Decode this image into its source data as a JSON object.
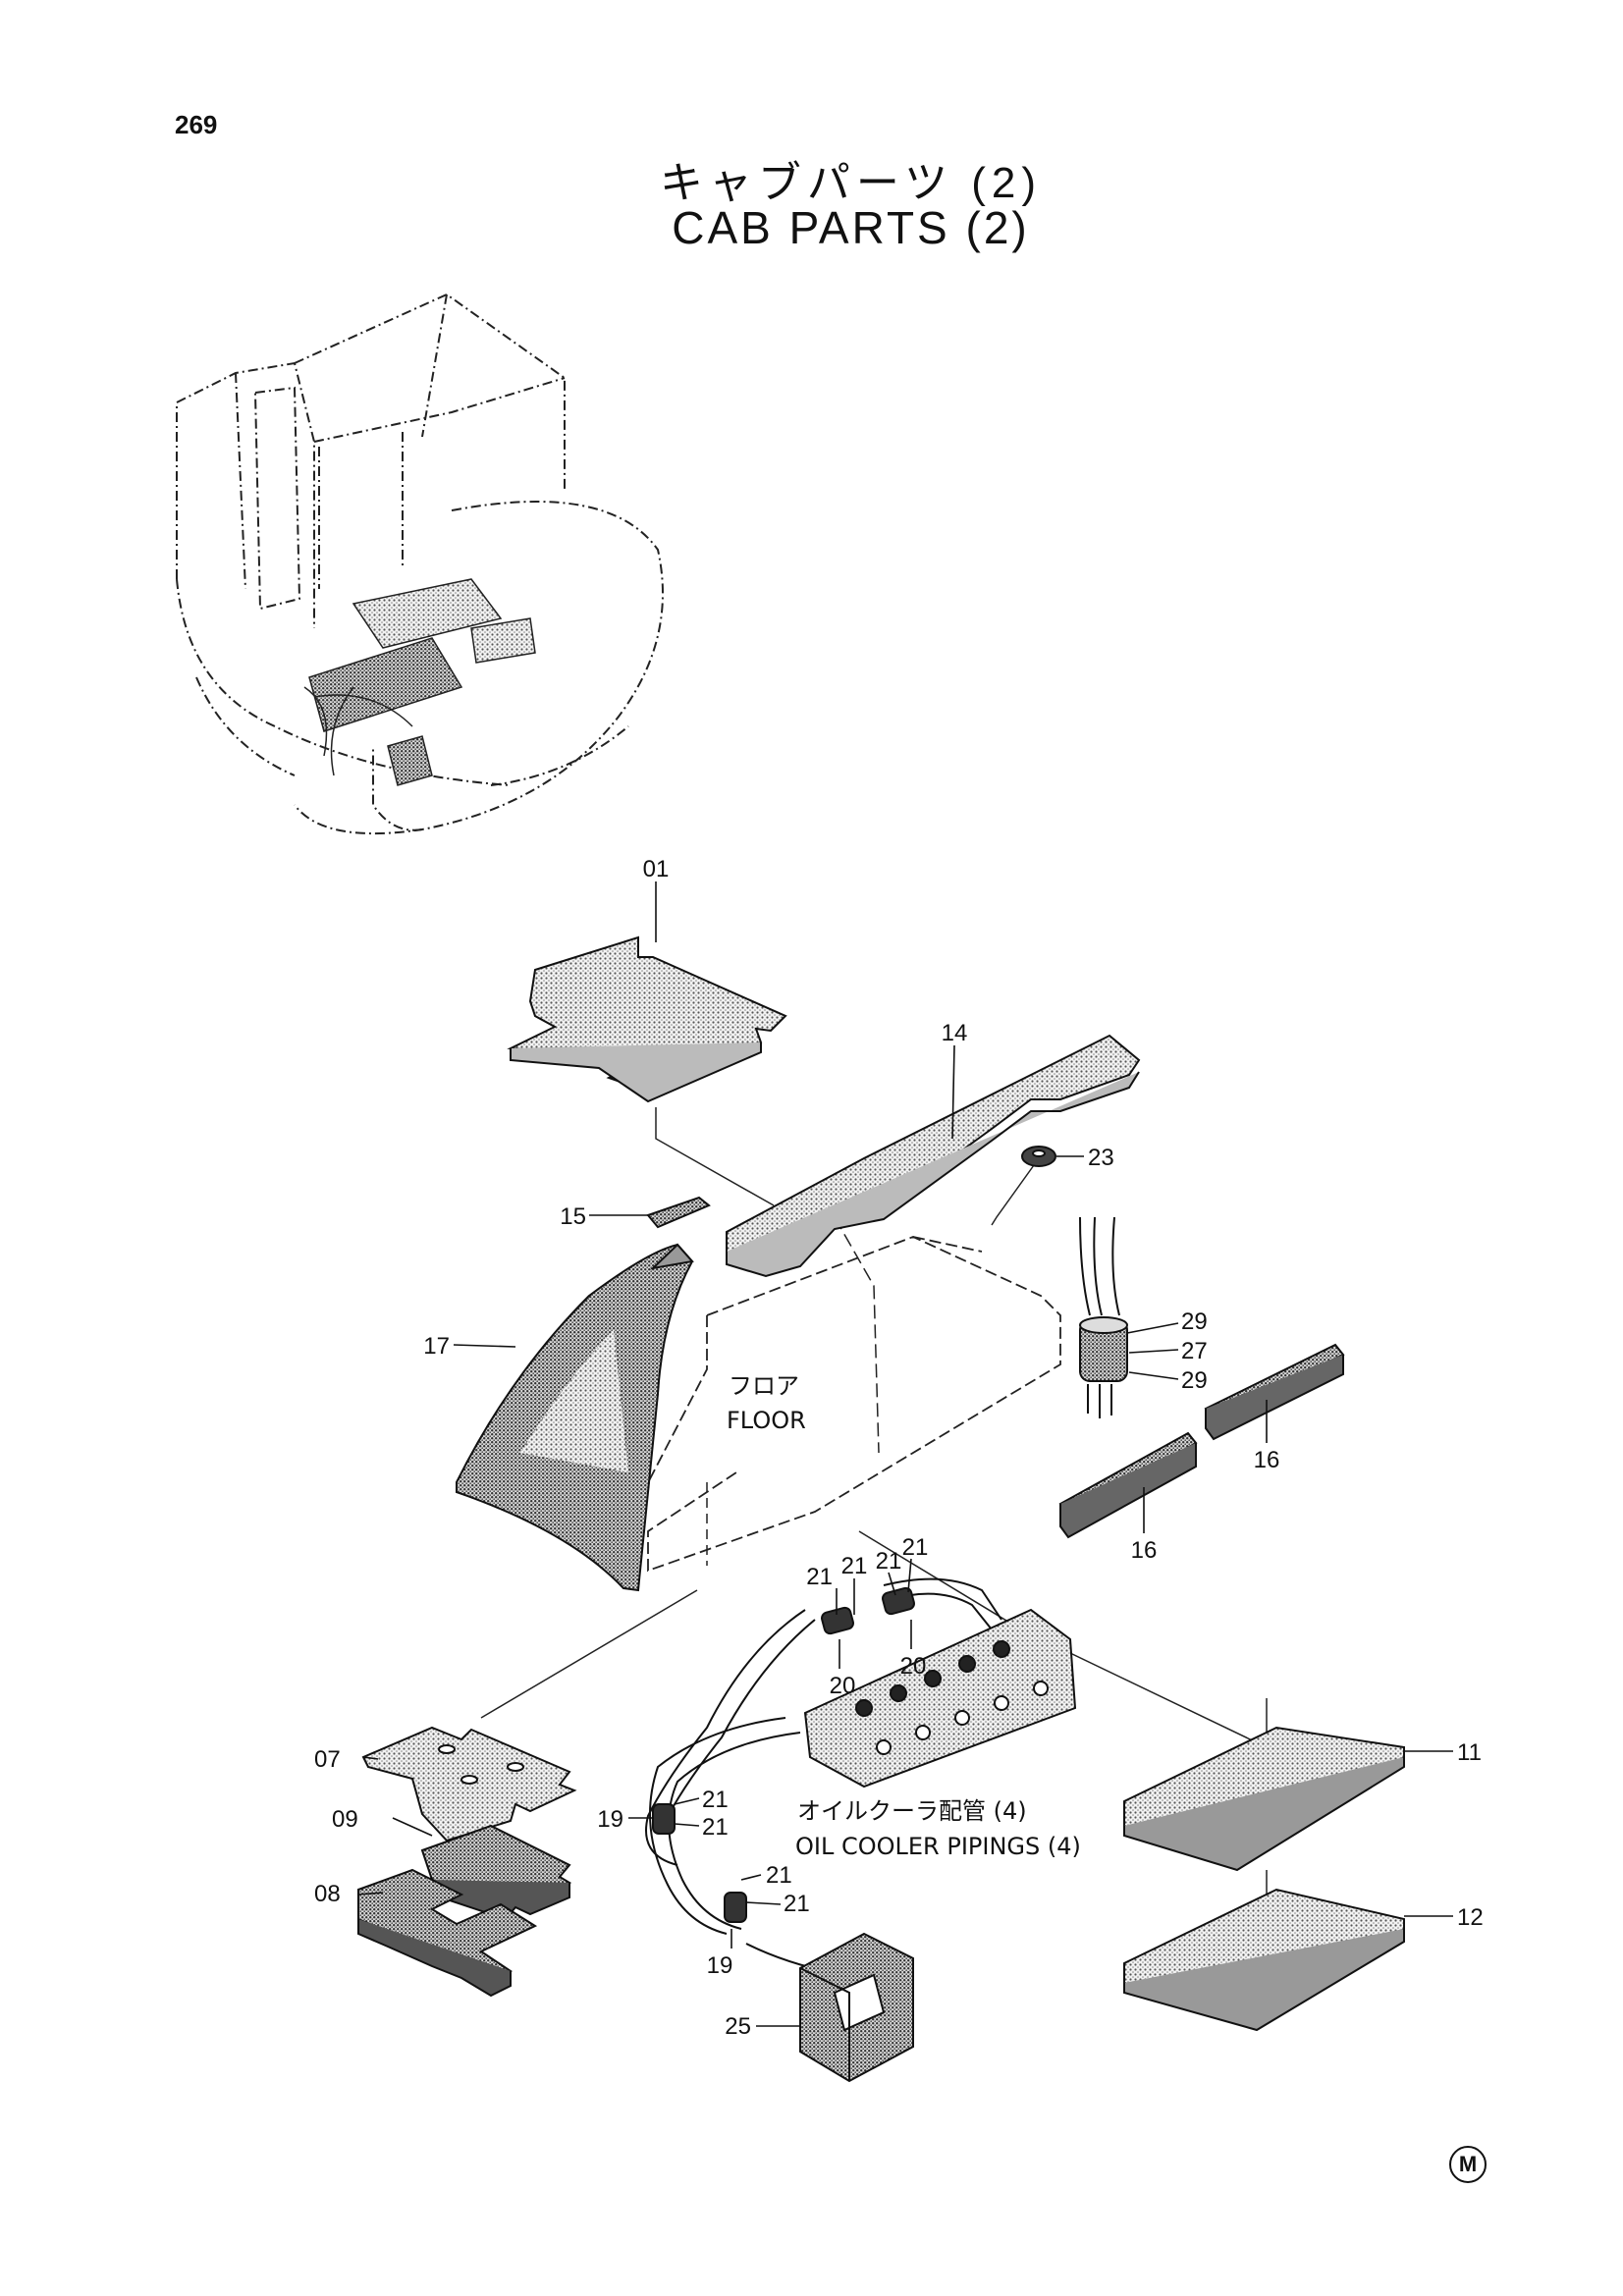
{
  "page_number": "269",
  "title": {
    "japanese": "キャブパーツ (2)",
    "english": "CAB PARTS (2)"
  },
  "callouts": {
    "c01": "01",
    "c14": "14",
    "c23": "23",
    "c15": "15",
    "c17": "17",
    "c29a": "29",
    "c27": "27",
    "c29b": "29",
    "c16a": "16",
    "c16b": "16",
    "c21a": "21",
    "c21b": "21",
    "c21c": "21",
    "c21d": "21",
    "c20a": "20",
    "c20b": "20",
    "c07": "07",
    "c09": "09",
    "c08": "08",
    "c19a": "19",
    "c21e": "21",
    "c21f": "21",
    "c21g": "21",
    "c21h": "21",
    "c19b": "19",
    "c25": "25",
    "c11": "11",
    "c12": "12"
  },
  "notes": {
    "floor_jp": "フロア",
    "floor_en": "FLOOR",
    "oil_jp": "オイルクーラ配管 (4)",
    "oil_en": "OIL COOLER PIPINGS (4)"
  },
  "corner_mark": "M"
}
